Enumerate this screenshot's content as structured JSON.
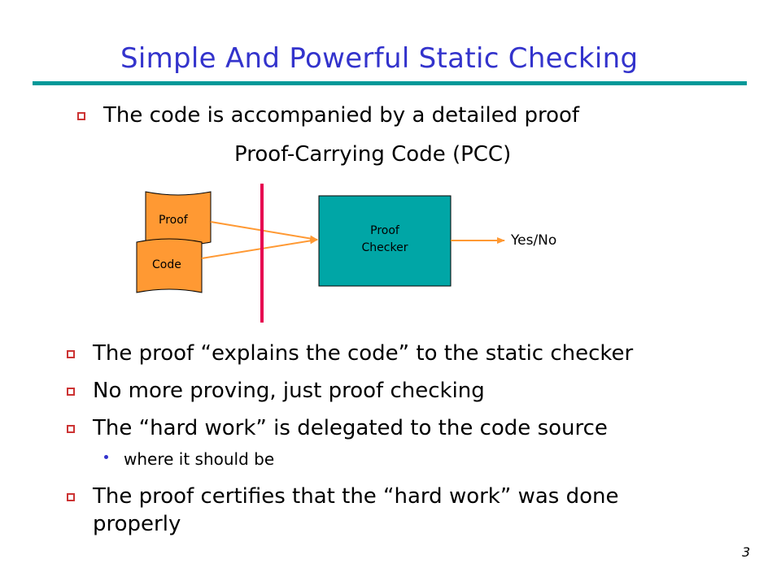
{
  "slide": {
    "title": "Simple And Powerful Static Checking",
    "bullet_1": "The code is accompanied by a detailed proof",
    "subtitle": "Proof-Carrying Code (PCC)",
    "bullets": [
      "The proof “explains the code” to the static checker",
      "No more proving, just proof checking",
      "The “hard work” is delegated to the code source"
    ],
    "sub_bullet": "where it should be",
    "bullet_last_line1": "The proof certifies that the “hard work” was done",
    "bullet_last_line2": "properly",
    "page_number": "3"
  },
  "diagram": {
    "proof_label": "Proof",
    "code_label": "Code",
    "checker_line1": "Proof",
    "checker_line2": "Checker",
    "result_label": "Yes/No",
    "colors": {
      "document_fill": "#ff9933",
      "checker_fill": "#00a6a6",
      "arrow": "#ff9933",
      "barrier": "#e60050"
    }
  }
}
